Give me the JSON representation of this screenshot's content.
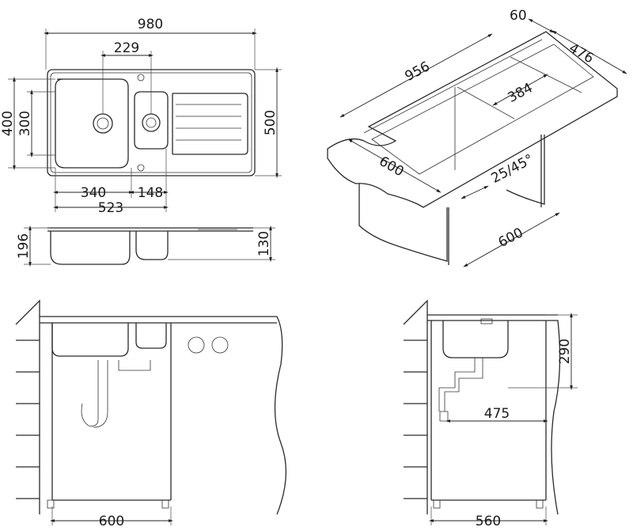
{
  "top_view": {
    "width": "980",
    "bowl_spacing": "229",
    "height_outer": "400",
    "bowl_height": "300",
    "total_depth": "500",
    "bowl1_width": "340",
    "bowl2_width": "148",
    "bowls_total": "523"
  },
  "side_view": {
    "depth": "196",
    "depth_small": "130"
  },
  "iso_view": {
    "cutout_gap": "60",
    "cutout_depth": "476",
    "cutout_length": "956",
    "drainer": "384",
    "worktop": "600",
    "edge": "25/45°",
    "cabinet": "600"
  },
  "front_view": {
    "cabinet_width": "600"
  },
  "side_install": {
    "cabinet_width": "560",
    "height": "290",
    "depth": "475"
  }
}
